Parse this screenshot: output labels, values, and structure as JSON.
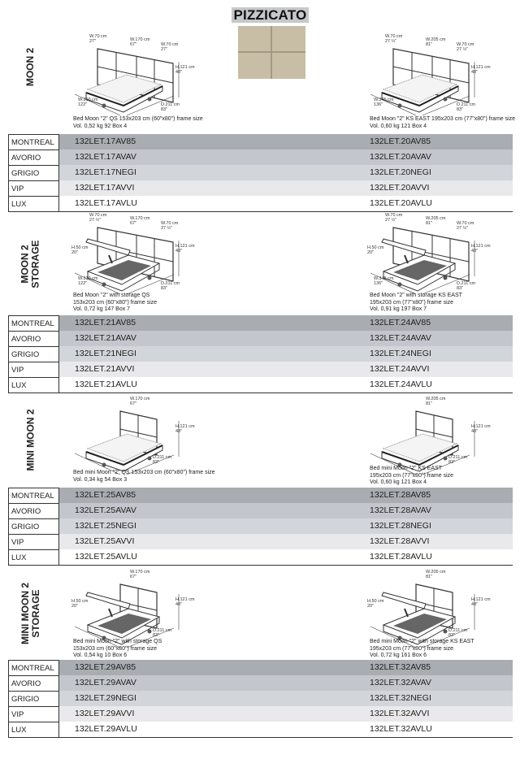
{
  "header": {
    "title": "PIZZICATO",
    "swatch_color": "#c8bda5"
  },
  "sections": [
    {
      "label": [
        "MOON 2"
      ],
      "storage": false,
      "panels": true,
      "left": {
        "dims": {
          "w_left": [
            "W.70 cm",
            "27\""
          ],
          "w_mid": [
            "W.170 cm",
            "67\""
          ],
          "w_right": [
            "W.70 cm",
            "27\""
          ],
          "h": [
            "H.121 cm",
            "48\""
          ],
          "w_total": [
            "W.310 cm",
            "122\""
          ],
          "d": [
            "D.211 cm",
            "83\""
          ]
        },
        "desc": [
          "Bed Moon \"2\" QS 153x203 cm (60\"x80\") frame size",
          "Vol. 0,52   kg 92   Box 4"
        ]
      },
      "right": {
        "dims": {
          "w_left": [
            "W.70 cm",
            "27 ½\""
          ],
          "w_mid": [
            "W.205 cm",
            "81\""
          ],
          "w_right": [
            "W.70 cm",
            "27 ½\""
          ],
          "h": [
            "H.121 cm",
            "48\""
          ],
          "w_total": [
            "W.345 cm",
            "136\""
          ],
          "d": [
            "D.211 cm",
            "83\""
          ]
        },
        "desc": [
          "Bed Moon \"2\" KS EAST 195x203 cm (77\"x80\") frame size",
          "Vol. 0,60   kg 121   Box 4"
        ]
      },
      "rows": [
        {
          "finish": "MONTREAL",
          "left": "132LET.17AV85",
          "right": "132LET.20AV85"
        },
        {
          "finish": "AVORIO",
          "left": "132LET.17AVAV",
          "right": "132LET.20AVAV"
        },
        {
          "finish": "GRIGIO",
          "left": "132LET.17NEGI",
          "right": "132LET.20NEGI"
        },
        {
          "finish": "VIP",
          "left": "132LET.17AVVI",
          "right": "132LET.20AVVI"
        },
        {
          "finish": "LUX",
          "left": "132LET.17AVLU",
          "right": "132LET.20AVLU"
        }
      ]
    },
    {
      "label": [
        "MOON 2",
        "STORAGE"
      ],
      "storage": true,
      "panels": true,
      "left": {
        "dims": {
          "w_left": [
            "W.70 cm",
            "27 ½\""
          ],
          "w_mid": [
            "W.170 cm",
            "67\""
          ],
          "w_right": [
            "W.70 cm",
            "27 ½\""
          ],
          "h": [
            "H.121 cm",
            "48\""
          ],
          "hs": [
            "H.50 cm",
            "20\""
          ],
          "w_total": [
            "W.310 cm",
            "122\""
          ],
          "d": [
            "D.211 cm",
            "83\""
          ]
        },
        "desc": [
          "Bed Moon \"2\" with storage QS",
          "153x203 cm (60\"x80\") frame size",
          "Vol. 0,72   kg 147   Box 7"
        ]
      },
      "right": {
        "dims": {
          "w_left": [
            "W.70 cm",
            "27 ½\""
          ],
          "w_mid": [
            "W.205 cm",
            "81\""
          ],
          "w_right": [
            "W.70 cm",
            "27 ½\""
          ],
          "h": [
            "H.121 cm",
            "48\""
          ],
          "hs": [
            "H.50 cm",
            "20\""
          ],
          "w_total": [
            "W.345 cm",
            "136\""
          ],
          "d": [
            "D.211 cm",
            "83\""
          ]
        },
        "desc": [
          "Bed Moon \"2\" with storage KS EAST",
          "195x203 cm (77\"x80\") frame size",
          "Vol. 0,91   kg 197   Box 7"
        ]
      },
      "rows": [
        {
          "finish": "MONTREAL",
          "left": "132LET.21AV85",
          "right": "132LET.24AV85"
        },
        {
          "finish": "AVORIO",
          "left": "132LET.21AVAV",
          "right": "132LET.24AVAV"
        },
        {
          "finish": "GRIGIO",
          "left": "132LET.21NEGI",
          "right": "132LET.24NEGI"
        },
        {
          "finish": "VIP",
          "left": "132LET.21AVVI",
          "right": "132LET.24AVVI"
        },
        {
          "finish": "LUX",
          "left": "132LET.21AVLU",
          "right": "132LET.24AVLU"
        }
      ]
    },
    {
      "label": [
        "MINI MOON 2"
      ],
      "storage": false,
      "panels": false,
      "left": {
        "dims": {
          "w_mid": [
            "W.170 cm",
            "67\""
          ],
          "h": [
            "H.121 cm",
            "48\""
          ],
          "d": [
            "D.211 cm",
            "83\""
          ]
        },
        "desc": [
          "Bed mini Moon \"2\" QS 153x203 cm (60\"x80\") frame size",
          "Vol. 0,34   kg 54   Box 3"
        ]
      },
      "right": {
        "dims": {
          "w_mid": [
            "W.205 cm",
            "81\""
          ],
          "h": [
            "H.121 cm",
            "48\""
          ],
          "d": [
            "D.211 cm",
            "83\""
          ]
        },
        "desc": [
          "Bed mini Moon \"2\" KS EAST",
          "195x203 cm (77\"x80\") frame size",
          "Vol. 0,60   kg 121   Box 4"
        ]
      },
      "rows": [
        {
          "finish": "MONTREAL",
          "left": "132LET.25AV85",
          "right": "132LET.28AV85"
        },
        {
          "finish": "AVORIO",
          "left": "132LET.25AVAV",
          "right": "132LET.28AVAV"
        },
        {
          "finish": "GRIGIO",
          "left": "132LET.25NEGI",
          "right": "132LET.28NEGI"
        },
        {
          "finish": "VIP",
          "left": "132LET.25AVVI",
          "right": "132LET.28AVVI"
        },
        {
          "finish": "LUX",
          "left": "132LET.25AVLU",
          "right": "132LET.28AVLU"
        }
      ]
    },
    {
      "label": [
        "MINI MOON 2",
        "STORAGE"
      ],
      "storage": true,
      "panels": false,
      "left": {
        "dims": {
          "w_mid": [
            "W.170 cm",
            "67\""
          ],
          "h": [
            "H.121 cm",
            "48\""
          ],
          "hs": [
            "H.50 cm",
            "20\""
          ],
          "d": [
            "D.211 cm",
            "83\""
          ]
        },
        "desc": [
          "Bed mini Moon \"2\" with storage QS",
          "153x203 cm (60\"x80\") frame size",
          "Vol. 0,54   kg 10   Box 6"
        ]
      },
      "right": {
        "dims": {
          "w_mid": [
            "W.205 cm",
            "81\""
          ],
          "h": [
            "H.121 cm",
            "48\""
          ],
          "hs": [
            "H.50 cm",
            "20\""
          ],
          "d": [
            "D.211 cm",
            "83\""
          ]
        },
        "desc": [
          "Bed mini Moon \"2\" with storage KS EAST",
          "195x203 cm (77\"x80\") frame size",
          "Vol. 0,72   kg 161   Box 6"
        ]
      },
      "rows": [
        {
          "finish": "MONTREAL",
          "left": "132LET.29AV85",
          "right": "132LET.32AV85"
        },
        {
          "finish": "AVORIO",
          "left": "132LET.29AVAV",
          "right": "132LET.32AVAV"
        },
        {
          "finish": "GRIGIO",
          "left": "132LET.29NEGI",
          "right": "132LET.32NEGI"
        },
        {
          "finish": "VIP",
          "left": "132LET.29AVVI",
          "right": "132LET.32AVVI"
        },
        {
          "finish": "LUX",
          "left": "132LET.29AVLU",
          "right": "132LET.32AVLU"
        }
      ]
    }
  ]
}
